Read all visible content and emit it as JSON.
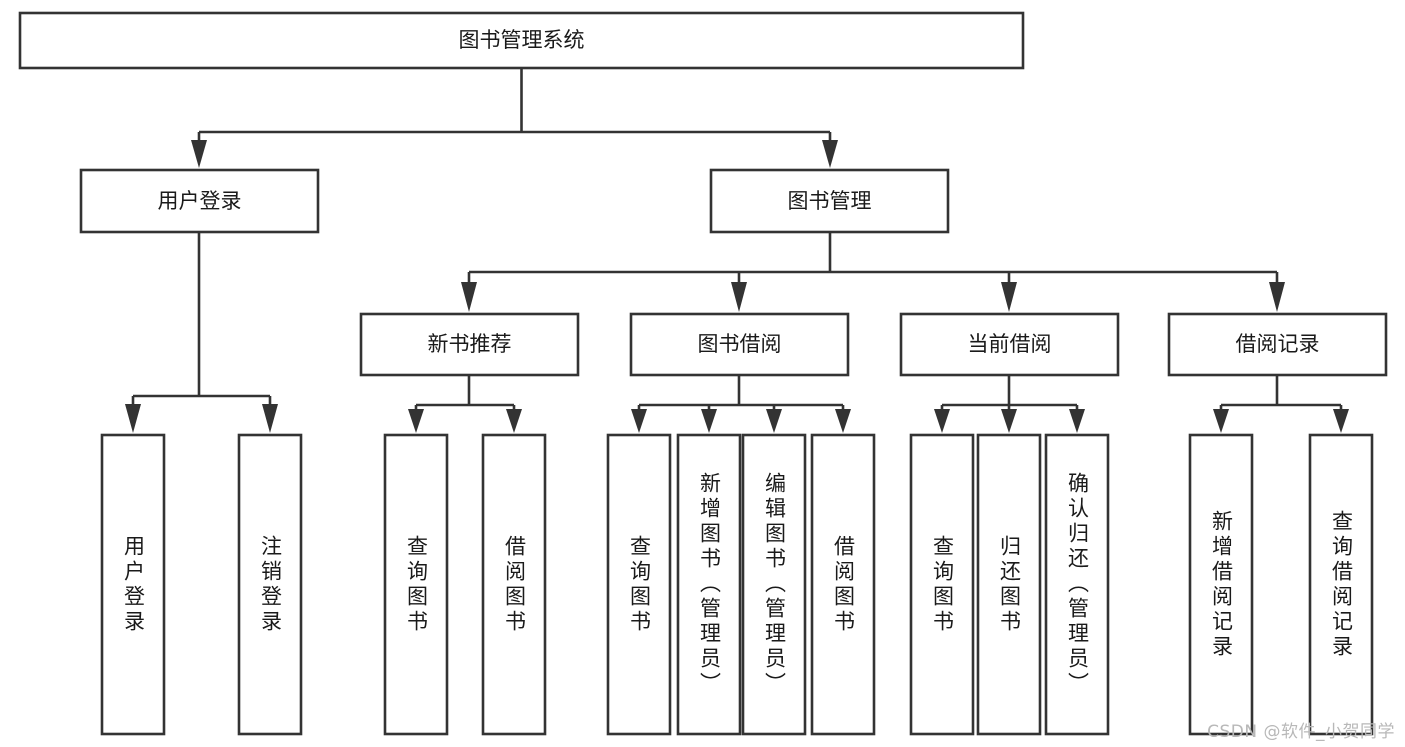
{
  "diagram": {
    "title": "图书管理系统",
    "type": "tree-hierarchy-diagram",
    "colors": {
      "stroke": "#333333",
      "fill": "#ffffff",
      "text": "#1a1a1a",
      "watermark": "#b8b8b8"
    },
    "root": {
      "label": "图书管理系统"
    },
    "level2": [
      {
        "label": "用户登录"
      },
      {
        "label": "图书管理"
      }
    ],
    "level3": [
      {
        "label": "新书推荐"
      },
      {
        "label": "图书借阅"
      },
      {
        "label": "当前借阅"
      },
      {
        "label": "借阅记录"
      }
    ],
    "leaves": {
      "user_login": [
        {
          "label": "用户登录"
        },
        {
          "label": "注销登录"
        }
      ],
      "new_book_recommend": [
        {
          "label": "查询图书"
        },
        {
          "label": "借阅图书"
        }
      ],
      "book_borrow": [
        {
          "label": "查询图书"
        },
        {
          "label": "新增图书（管理员）"
        },
        {
          "label": "编辑图书（管理员）"
        },
        {
          "label": "借阅图书"
        }
      ],
      "current_borrow": [
        {
          "label": "查询图书"
        },
        {
          "label": "归还图书"
        },
        {
          "label": "确认归还（管理员）"
        }
      ],
      "borrow_record": [
        {
          "label": "新增借阅记录"
        },
        {
          "label": "查询借阅记录"
        }
      ]
    }
  },
  "watermark": {
    "text": "CSDN @软件_小贺同学"
  }
}
